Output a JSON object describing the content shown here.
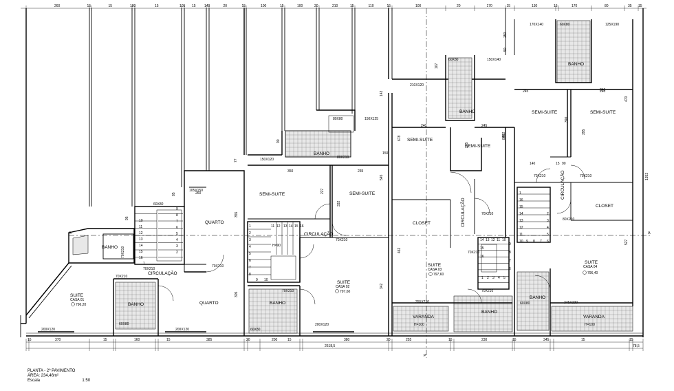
{
  "drawing": {
    "title": "PLANTA - 2º PAVIMENTO",
    "area_label": "ÁREA: 234,46m²",
    "scale_label": "Escala",
    "scale_value": "1:50"
  },
  "rooms": [
    {
      "id": "quarto-1",
      "label": "QUARTO"
    },
    {
      "id": "quarto-2",
      "label": "QUARTO"
    },
    {
      "id": "circ-1",
      "label": "CIRCULAÇÃO"
    },
    {
      "id": "banho-1",
      "label": "BANHO"
    },
    {
      "id": "banho-2",
      "label": "BANHO"
    },
    {
      "id": "suite-1",
      "label": "SUITE"
    },
    {
      "id": "casa-1",
      "label": "CASA 01"
    },
    {
      "id": "semi-1",
      "label": "SEMI-SUITE"
    },
    {
      "id": "semi-2",
      "label": "SEMI-SUITE"
    },
    {
      "id": "banho-3",
      "label": "BANHO"
    },
    {
      "id": "circ-2",
      "label": "CIRCULAÇÃO"
    },
    {
      "id": "suite-2",
      "label": "SUITE"
    },
    {
      "id": "casa-2",
      "label": "CASA 02"
    },
    {
      "id": "banho-4",
      "label": "BANHO"
    },
    {
      "id": "semi-3",
      "label": "SEMI-SUITE"
    },
    {
      "id": "semi-4",
      "label": "SEMI-SUITE"
    },
    {
      "id": "banho-5",
      "label": "BANHO"
    },
    {
      "id": "closet-1",
      "label": "CLOSET"
    },
    {
      "id": "circ-3",
      "label": "CIRCULAÇÃO"
    },
    {
      "id": "suite-3",
      "label": "SUITE"
    },
    {
      "id": "casa-3",
      "label": "CASA 03"
    },
    {
      "id": "varanda-1",
      "label": "VARANDA"
    },
    {
      "id": "h100-1",
      "label": "H=100"
    },
    {
      "id": "banho-6",
      "label": "BANHO"
    },
    {
      "id": "semi-5",
      "label": "SEMI-SUITE"
    },
    {
      "id": "semi-6",
      "label": "SEMI-SUITE"
    },
    {
      "id": "banho-7",
      "label": "BANHO"
    },
    {
      "id": "closet-2",
      "label": "CLOSET"
    },
    {
      "id": "circ-4",
      "label": "CIRCULAÇÃO"
    },
    {
      "id": "suite-4",
      "label": "SUITE"
    },
    {
      "id": "casa-4",
      "label": "CASA 04"
    },
    {
      "id": "varanda-2",
      "label": "VARANDA"
    },
    {
      "id": "h100-2",
      "label": "H=100"
    },
    {
      "id": "banho-8",
      "label": "BANHO"
    },
    {
      "id": "h90",
      "label": "H=90"
    }
  ],
  "levels": [
    "796,20",
    "797,60",
    "797,60",
    "796,40"
  ],
  "openings": [
    "60X80",
    "70X210",
    "60X80",
    "70X210",
    "200X120",
    "200X120",
    "105X150",
    "70X210",
    "70X210",
    "150X120",
    "80X80",
    "150X125",
    "80X210",
    "70X210",
    "70X210",
    "60X80",
    "200X120",
    "210X120",
    "60X80",
    "150X140",
    "70X210",
    "70X210",
    "70X210",
    "255X230",
    "170X140",
    "60X80",
    "125X190",
    "70X210",
    "70X210",
    "345X230",
    "60X80",
    "80X210"
  ],
  "top_dims": [
    "260",
    "15",
    "15",
    "180",
    "15",
    "105",
    "15",
    "140",
    "20",
    "15",
    "100",
    "15",
    "100",
    "20",
    "210",
    "15",
    "110",
    "15",
    "100",
    "20",
    "170",
    "15",
    "130",
    "15",
    "170",
    "80",
    "35",
    "15"
  ],
  "bottom_dims": [
    "15",
    "370",
    "15",
    "160",
    "15",
    "385",
    "20",
    "200",
    "15",
    "380",
    "20",
    "255",
    "15",
    "230",
    "15",
    "345",
    "15",
    "15"
  ],
  "overall_dim": "2618,5",
  "overall_dim_right": "78,5",
  "interior_dims": [
    "245",
    "240",
    "350",
    "235",
    "240",
    "245",
    "240",
    "140",
    "15",
    "90",
    "227",
    "332",
    "545",
    "678",
    "205",
    "880",
    "143",
    "107",
    "150",
    "50",
    "260",
    "355",
    "305",
    "342",
    "462",
    "527",
    "395",
    "390",
    "470",
    "1352",
    "95",
    "85",
    "77",
    "90",
    "150",
    "462"
  ],
  "stair_steps": [
    "1",
    "2",
    "3",
    "4",
    "5",
    "6",
    "7",
    "8",
    "9",
    "10",
    "11",
    "12",
    "13",
    "14",
    "15",
    "16"
  ],
  "section_mark": "A",
  "north_mark": "P"
}
